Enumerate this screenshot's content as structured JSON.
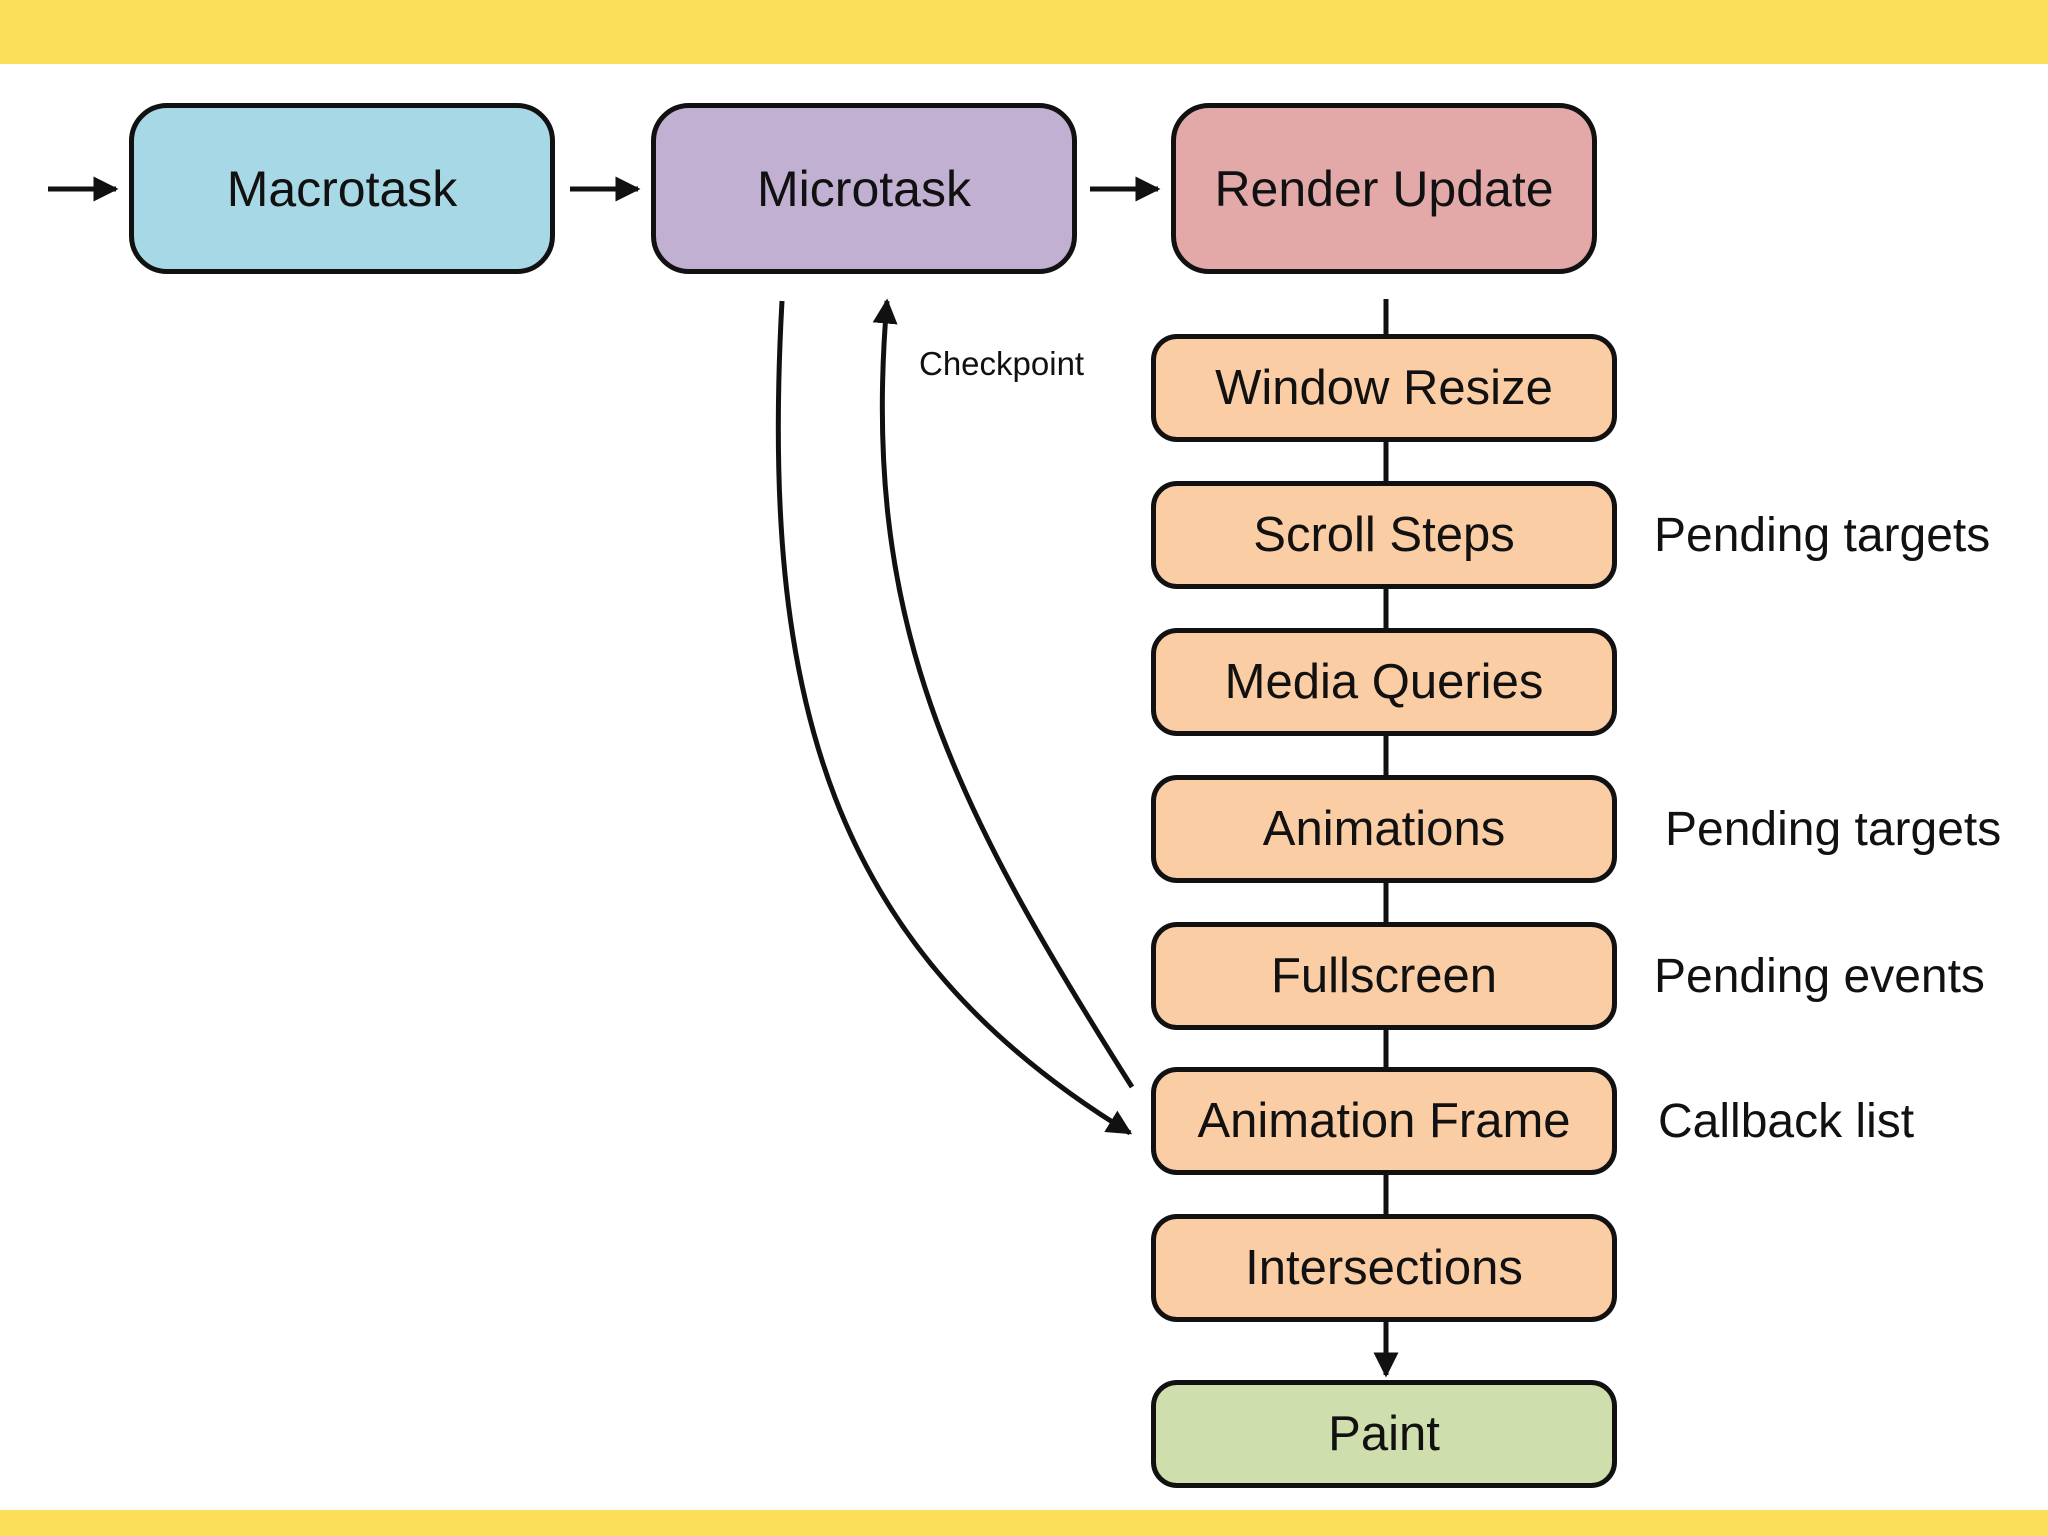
{
  "colors": {
    "band": "#fbdf5b",
    "macrotask": "#a7d8e5",
    "microtask": "#c1b0d2",
    "render_update": "#e3a9a9",
    "step": "#fbcda4",
    "paint": "#cfdead",
    "stroke": "#111111"
  },
  "nodes": {
    "macrotask": "Macrotask",
    "microtask": "Microtask",
    "render_update": "Render Update",
    "paint": "Paint"
  },
  "steps": [
    "Window Resize",
    "Scroll Steps",
    "Media Queries",
    "Animations",
    "Fullscreen",
    "Animation Frame",
    "Intersections"
  ],
  "annotations": {
    "scroll_steps": "Pending targets",
    "animations": "Pending targets",
    "fullscreen": "Pending events",
    "animation_frame": "Callback list"
  },
  "edge_labels": {
    "checkpoint": "Checkpoint"
  }
}
